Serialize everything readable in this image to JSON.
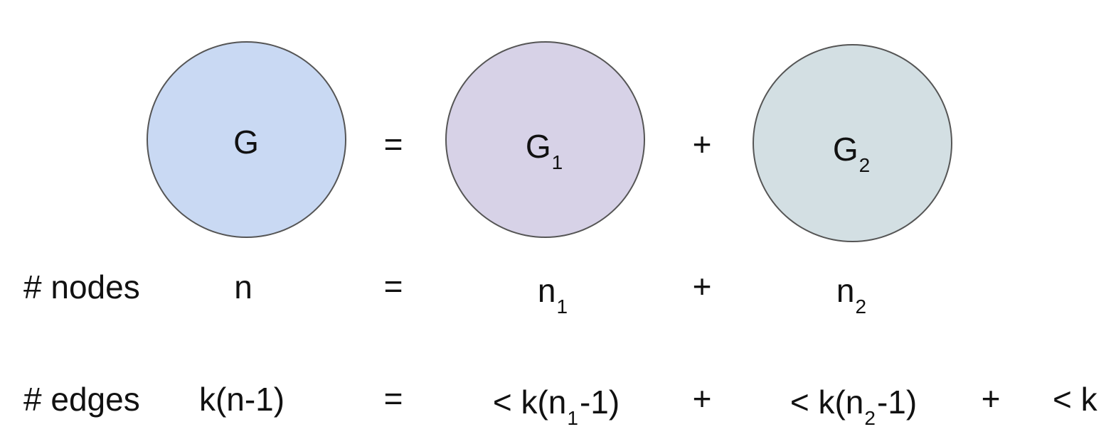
{
  "graphs": {
    "g": {
      "label": "G",
      "sub": "",
      "fill": "#c9d9f3"
    },
    "g1": {
      "label": "G",
      "sub": "1",
      "fill": "#d7d2e7"
    },
    "g2": {
      "label": "G",
      "sub": "2",
      "fill": "#d3dfe3"
    }
  },
  "operators": {
    "equals": "=",
    "plus": "+"
  },
  "nodes_row": {
    "label": "# nodes",
    "total": "n",
    "part1": {
      "base": "n",
      "sub": "1"
    },
    "part2": {
      "base": "n",
      "sub": "2"
    }
  },
  "edges_row": {
    "label": "# edges",
    "total": "k(n-1)",
    "part1": {
      "pre": "< k(n",
      "sub": "1",
      "post": "-1)"
    },
    "part2": {
      "pre": "< k(n",
      "sub": "2",
      "post": "-1)"
    },
    "extra": "< k"
  }
}
